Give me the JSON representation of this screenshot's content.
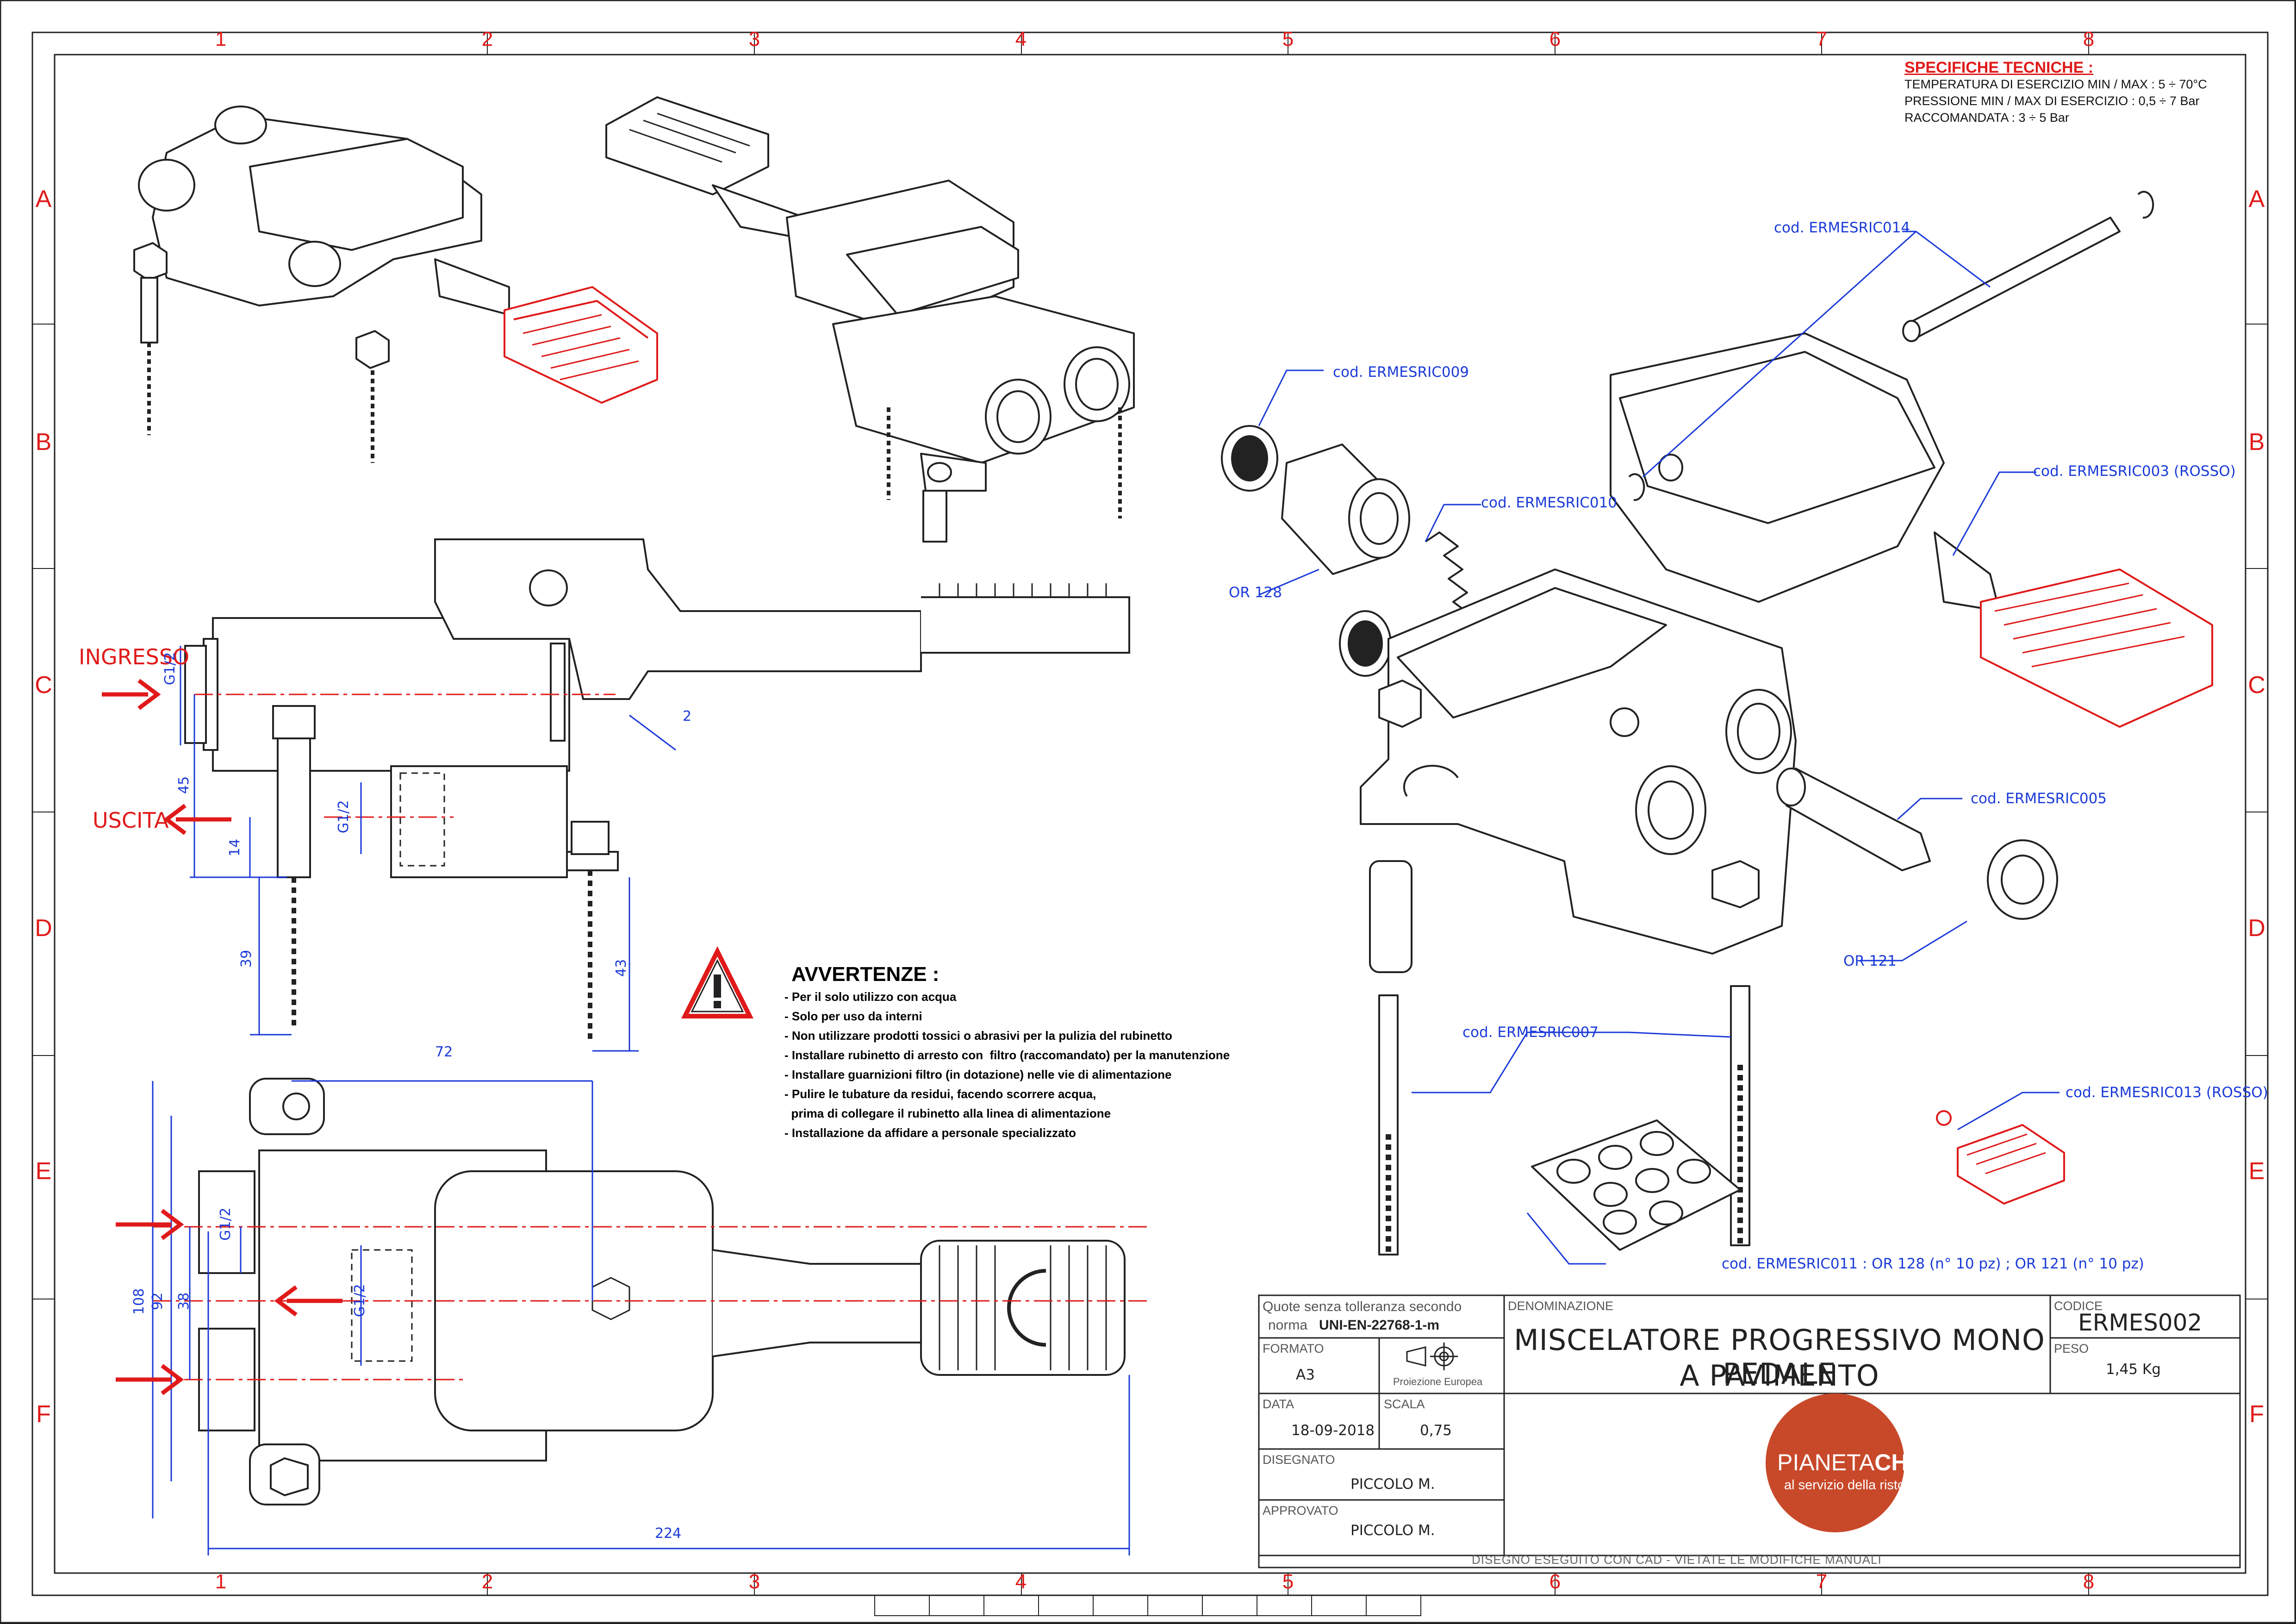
{
  "sheet": {
    "zone_numbers": [
      "1",
      "2",
      "3",
      "4",
      "5",
      "6",
      "7",
      "8"
    ],
    "zone_letters": [
      "A",
      "B",
      "C",
      "D",
      "E",
      "F"
    ]
  },
  "specs": {
    "title": "SPECIFICHE TECNICHE :",
    "line1": "TEMPERATURA DI ESERCIZIO MIN / MAX : 5 ÷ 70°C",
    "line2": "PRESSIONE MIN / MAX DI ESERCIZIO : 0,5 ÷ 7 Bar",
    "line3": "RACCOMANDATA : 3 ÷ 5 Bar"
  },
  "parts": {
    "p014": "cod. ERMESRIC014",
    "p009": "cod. ERMESRIC009",
    "p010": "cod. ERMESRIC010",
    "or128": "OR 128",
    "p003": "cod. ERMESRIC003 (ROSSO)",
    "p005": "cod. ERMESRIC005",
    "or121": "OR 121",
    "p007": "cod. ERMESRIC007",
    "p013": "cod. ERMESRIC013 (ROSSO)",
    "p011": "cod. ERMESRIC011 : OR 128 (n° 10 pz) ; OR 121 (n° 10 pz)"
  },
  "side_view": {
    "ingresso": "INGRESSO",
    "uscita": "USCITA",
    "thread1": "G1/2",
    "thread2": "G1/2",
    "dim_45": "45",
    "dim_14": "14",
    "dim_39": "39",
    "dim_43": "43",
    "dim_2": "2"
  },
  "top_view": {
    "dim_72": "72",
    "dim_108": "108",
    "dim_92": "92",
    "dim_38": "38",
    "dim_224": "224",
    "thread1": "G1/2",
    "thread2": "G1/2"
  },
  "warnings": {
    "title": "AVVERTENZE :",
    "items": [
      "- Per il solo utilizzo con acqua",
      "- Solo per uso da interni",
      "- Non utilizzare prodotti tossici o abrasivi per la pulizia del rubinetto",
      "- Installare rubinetto di arresto con  filtro (raccomandato) per la manutenzione",
      "- Installare guarnizioni filtro (in dotazione) nelle vie di alimentazione",
      "- Pulire le tubature da residui, facendo scorrere acqua,",
      "  prima di collegare il rubinetto alla linea di alimentazione",
      "- Installazione da affidare a personale specializzato"
    ]
  },
  "title_block": {
    "tolerance_l1": "Quote senza tolleranza secondo",
    "tolerance_l2": "norma",
    "tolerance_std": "UNI-EN-22768-1-m",
    "formato_label": "FORMATO",
    "formato": "A3",
    "projection": "Proiezione Europea",
    "data_label": "DATA",
    "data": "18-09-2018",
    "scala_label": "SCALA",
    "scala": "0,75",
    "disegnato_label": "DISEGNATO",
    "disegnato": "PICCOLO M.",
    "approvato_label": "APPROVATO",
    "approvato": "PICCOLO M.",
    "denominazione_label": "DENOMINAZIONE",
    "title_l1": "MISCELATORE PROGRESSIVO MONO PEDALE",
    "title_l2": "A PAVIMENTO",
    "codice_label": "CODICE",
    "codice": "ERMES002",
    "peso_label": "PESO",
    "peso": "1,45 Kg",
    "footer": "DISEGNO ESEGUITO CON CAD  - VIETATE LE MODIFICHE MANUALI",
    "logo_main_a": "PIANETA",
    "logo_main_b": "CHEF",
    "logo_sub": "al servizio della ristorazione"
  },
  "colors": {
    "red": "#e01a1a",
    "blue": "#1a3ad8",
    "logo": "#c8492a",
    "line": "#222222"
  }
}
